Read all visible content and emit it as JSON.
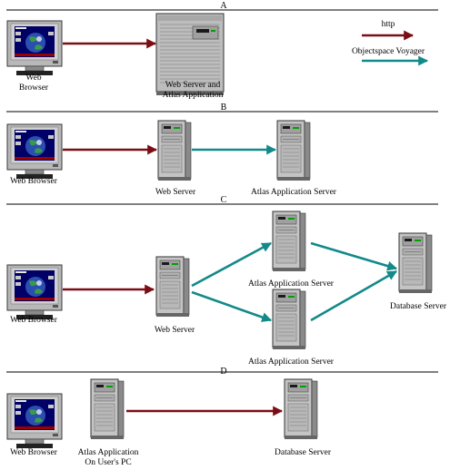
{
  "colors": {
    "http": "#7a0e14",
    "voyager": "#13898a",
    "rule": "#000000"
  },
  "legend": {
    "http": "http",
    "voyager": "Objectspace Voyager"
  },
  "sections": {
    "a": {
      "letter": "A",
      "browser_line1": "Web",
      "browser_line2": "Browser",
      "server_line1": "Web Server and",
      "server_line2": "Atlas Application"
    },
    "b": {
      "letter": "B",
      "browser": "Web Browser",
      "web_server": "Web Server",
      "atlas_server": "Atlas Application Server"
    },
    "c": {
      "letter": "C",
      "browser": "Web Browser",
      "web_server": "Web Server",
      "atlas_server_top": "Atlas Application Server",
      "atlas_server_bottom": "Atlas Application Server",
      "database_server": "Database Server"
    },
    "d": {
      "letter": "D",
      "browser": "Web Browser",
      "atlas_line1": "Atlas Application",
      "atlas_line2": "On User's PC",
      "database_server": "Database Server"
    }
  }
}
